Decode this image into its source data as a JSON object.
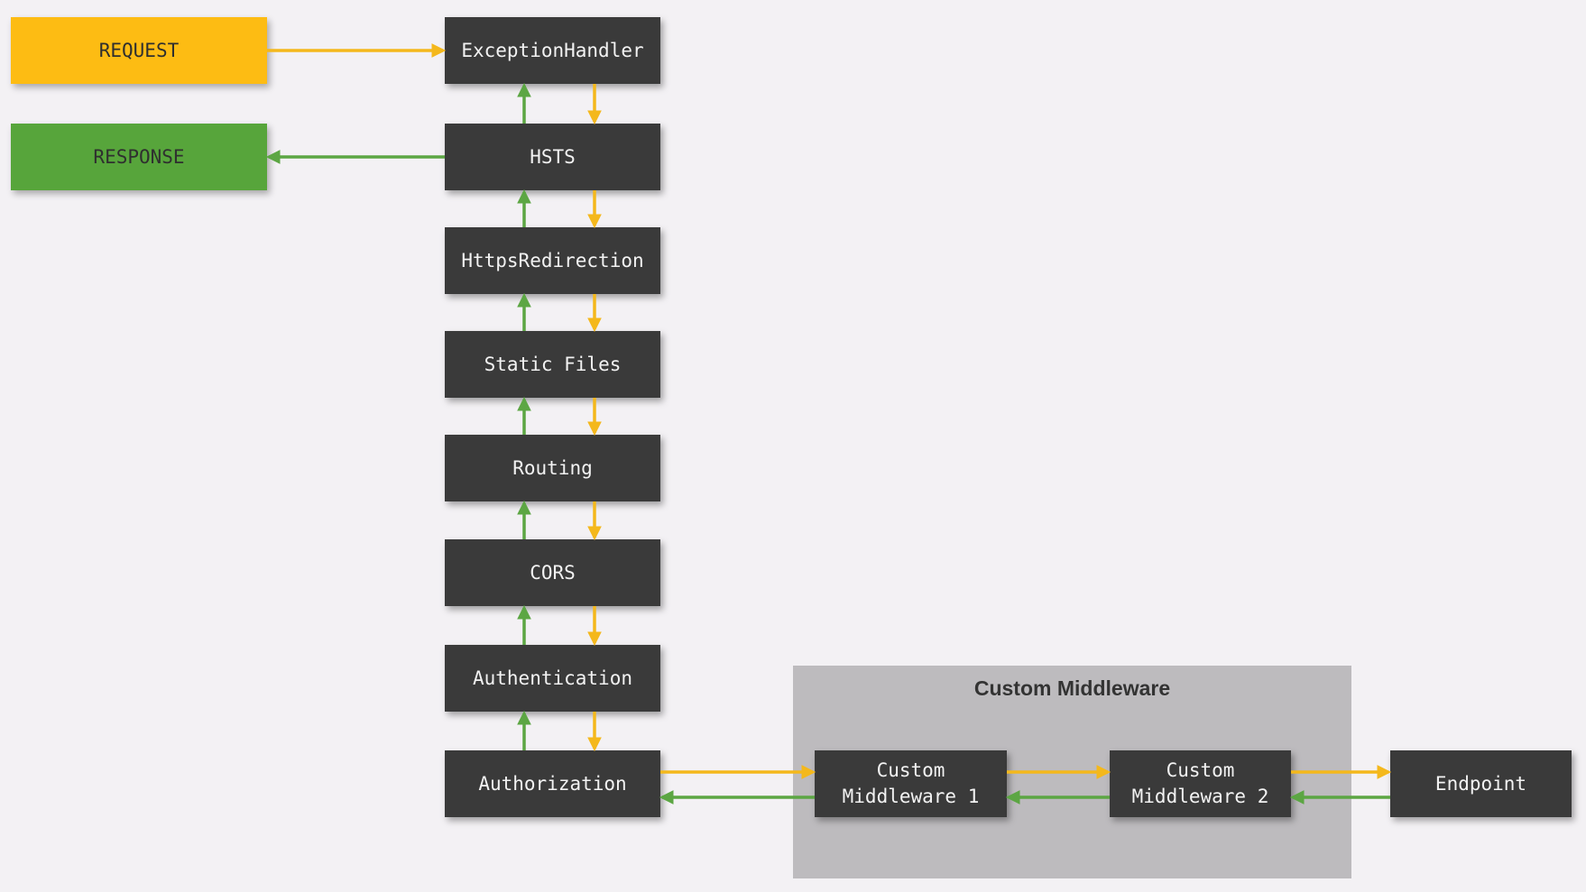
{
  "request_label": "REQUEST",
  "response_label": "RESPONSE",
  "pipeline": [
    "ExceptionHandler",
    "HSTS",
    "HttpsRedirection",
    "Static Files",
    "Routing",
    "CORS",
    "Authentication",
    "Authorization"
  ],
  "custom_group": {
    "title": "Custom Middleware",
    "items": [
      "Custom\nMiddleware 1",
      "Custom\nMiddleware 2"
    ]
  },
  "endpoint_label": "Endpoint",
  "colors": {
    "background": "#f3f1f4",
    "node": "#3a3a3a",
    "request": "#fdbc13",
    "response": "#57a53b",
    "request_arrow": "#f4b81c",
    "response_arrow": "#5ca643",
    "group": "#bdbbbe"
  }
}
